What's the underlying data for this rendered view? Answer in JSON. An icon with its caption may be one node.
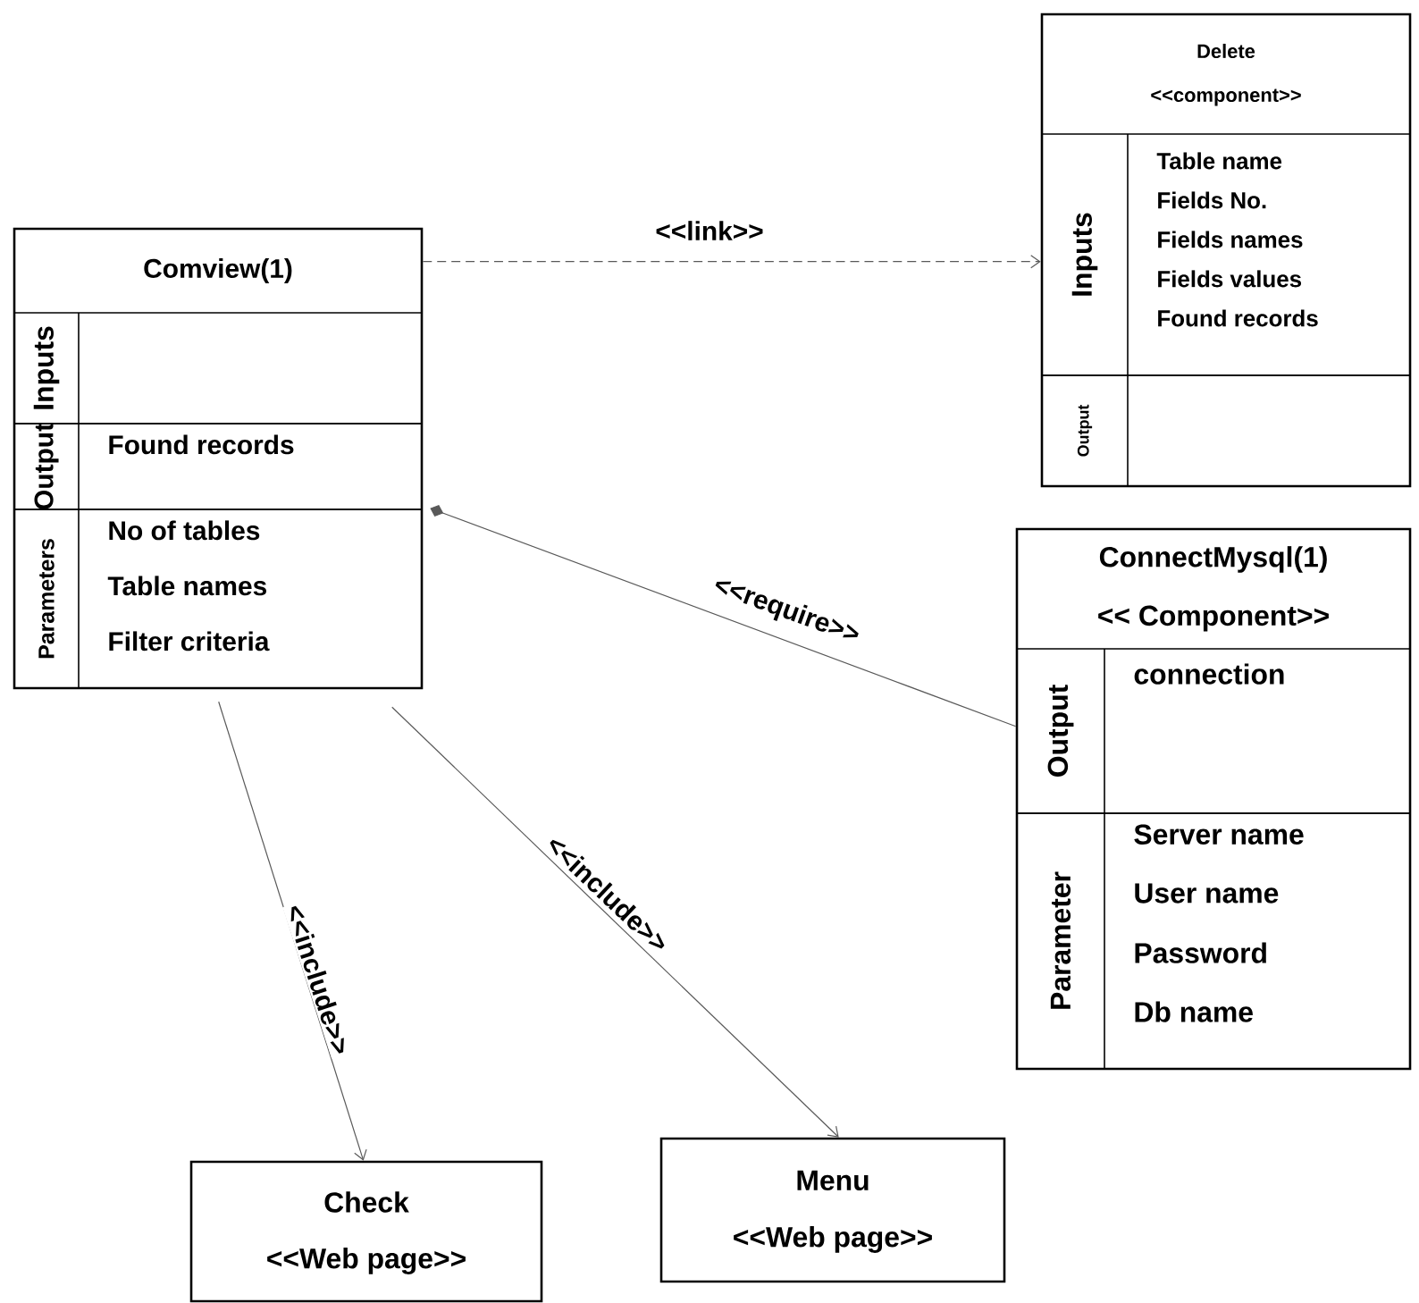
{
  "diagram": {
    "nodes": [
      {
        "text": [
          "Comview(1)"
        ]
      },
      {
        "text": [
          "Inputs"
        ],
        "in": 0
      },
      {
        "text": [
          "Output",
          "Found records"
        ],
        "in": 0
      },
      {
        "text": [
          "Parameters",
          "No of tables",
          "Table names",
          "Filter criteria"
        ],
        "in": 0
      },
      {
        "text": [
          "Delete",
          "<<component>>"
        ]
      },
      {
        "text": [
          "Inputs",
          "Table name",
          "Fields No.",
          "Fields names",
          "Fields values",
          "Found records"
        ],
        "in": 4
      },
      {
        "text": [
          "Output"
        ],
        "in": 4
      },
      {
        "text": [
          "ConnectMysql(1)",
          "<< Component>>"
        ]
      },
      {
        "text": [
          "Output",
          "connection"
        ],
        "in": 7
      },
      {
        "text": [
          "Parameter",
          "Server name",
          "User name",
          "Password",
          "Db name"
        ],
        "in": 7
      },
      {
        "text": [
          "Check",
          "<<Web page>>"
        ]
      },
      {
        "text": [
          "Menu",
          "<<Web page>>"
        ]
      }
    ],
    "edges": [
      {
        "from": 0,
        "to": 4,
        "arrow": "to",
        "label": "<<link>>",
        "style": "dashed"
      },
      {
        "from": 0,
        "to": 7,
        "arrow": "other",
        "label": "<<require>>"
      },
      {
        "from": 0,
        "to": 10,
        "arrow": "to",
        "label": "<<include>>"
      },
      {
        "from": 0,
        "to": 11,
        "arrow": "to",
        "label": "<<include>>"
      }
    ]
  }
}
